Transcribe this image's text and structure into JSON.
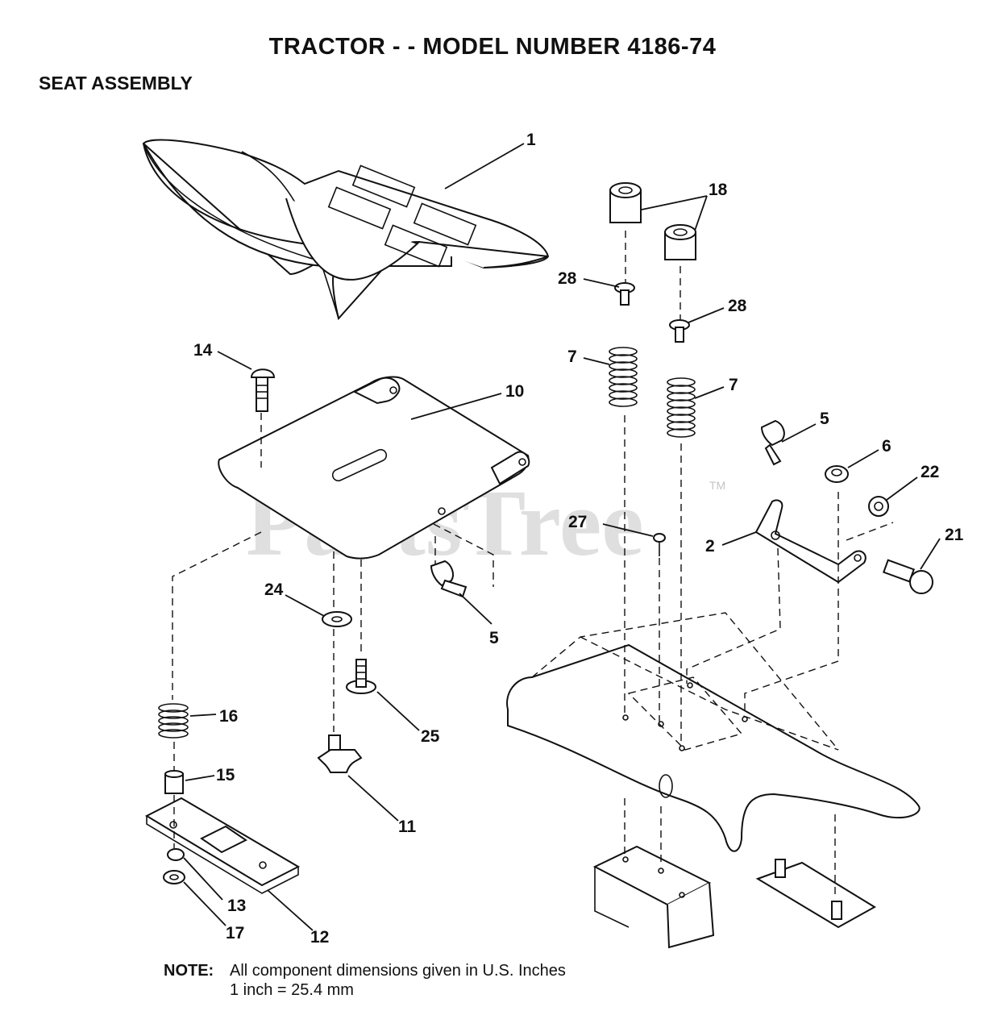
{
  "header": {
    "title": "TRACTOR - - MODEL NUMBER 4186-74",
    "section": "SEAT ASSEMBLY"
  },
  "watermark": {
    "text": "PartsTree",
    "trademark": "TM"
  },
  "callouts": [
    "1",
    "18",
    "28",
    "28",
    "14",
    "7",
    "7",
    "10",
    "5",
    "6",
    "22",
    "21",
    "2",
    "27",
    "5",
    "24",
    "25",
    "16",
    "11",
    "15",
    "13",
    "17",
    "12"
  ],
  "note": {
    "label": "NOTE:",
    "line1": "All component dimensions given in U.S. Inches",
    "line2": "1 inch = 25.4 mm"
  }
}
